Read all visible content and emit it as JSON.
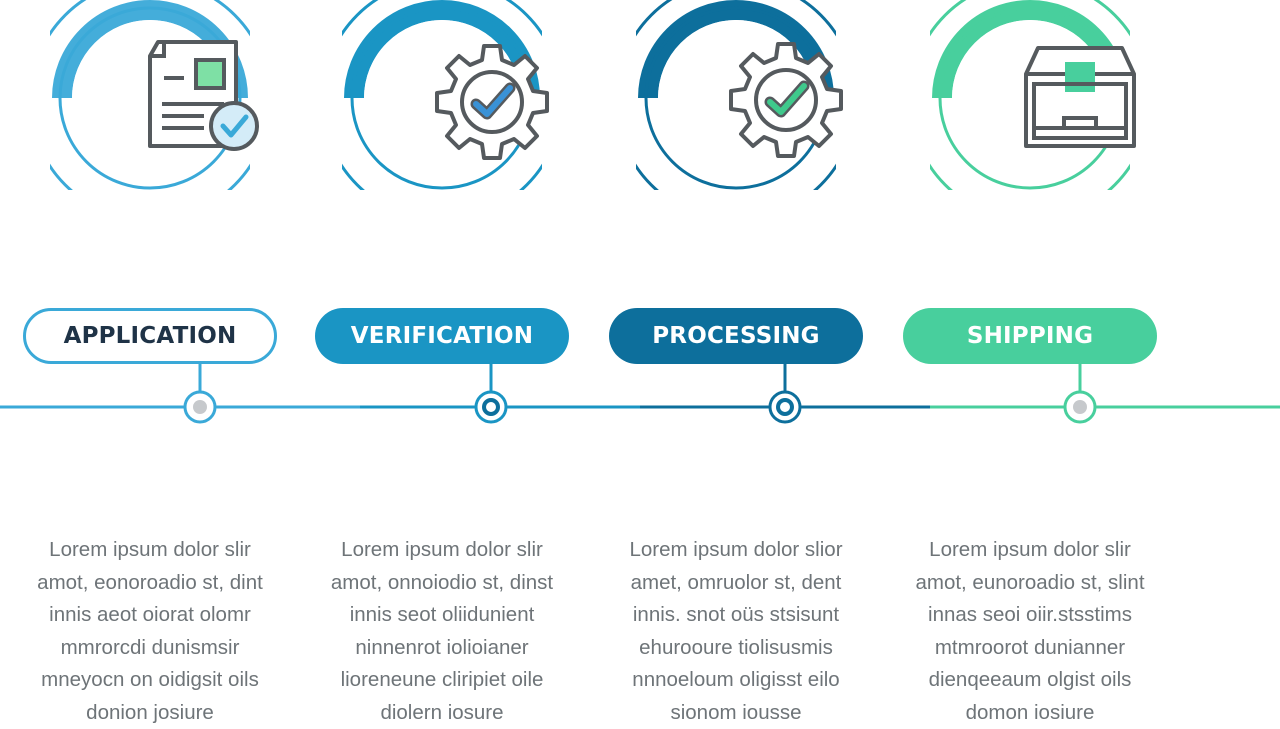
{
  "colors": {
    "application": "#3aa9d8",
    "verification": "#1a95c4",
    "processing": "#0d6f9c",
    "shipping": "#48cf9d",
    "text_dark": "#1f3347",
    "text_grey": "#6e7478"
  },
  "steps": [
    {
      "label": "APPLICATION",
      "icon": "document-check-icon",
      "description": "Lorem ipsum dolor slir\namot, eonoroadio st, dint\ninnis aeot oiorat olomr\nmmrorcdi dunismsir\nmneyocn on oidigsit oils\ndonion josiure"
    },
    {
      "label": "VERIFICATION",
      "icon": "gear-check-icon",
      "description": "Lorem ipsum dolor slir\namot, onnoiodio st, dinst\ninnis seot oliidunient\nninnenrot iolioianer\nlioreneune cliripiet oile\ndiolern iosure"
    },
    {
      "label": "PROCESSING",
      "icon": "gear-check-icon",
      "description": "Lorem ipsum dolor slior\namet, omruolor st, dent\ninnis. snot oüs stsisunt\nehurooure tiolisusmis\nnnnoeloum oligisst eilo\nsionom iousse"
    },
    {
      "label": "SHIPPING",
      "icon": "package-box-icon",
      "description": "Lorem ipsum dolor slir\namot, eunoroadio st, slint\ninnas seoi oiir.stsstims\nmtmroorot dunianner\ndienqeeaum olgist oils\ndomon iosiure"
    }
  ]
}
